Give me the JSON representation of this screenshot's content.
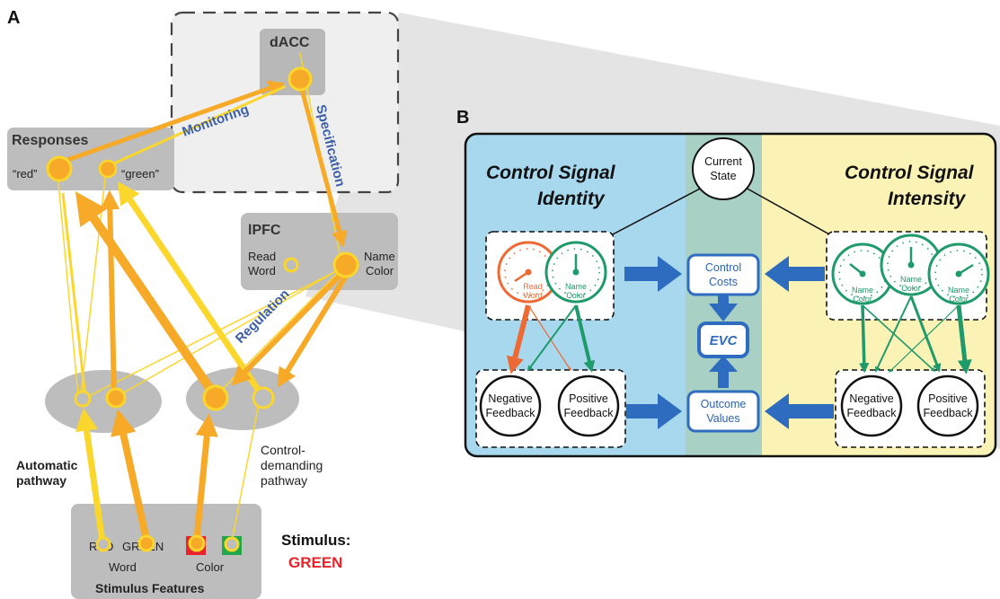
{
  "panel_a": {
    "label": "A",
    "dacc": "dACC",
    "responses": {
      "title": "Responses",
      "red": "“red”",
      "green": "“green”"
    },
    "lpfc": {
      "title": "lPFC",
      "read1": "Read",
      "read2": "Word",
      "name1": "Name",
      "name2": "Color"
    },
    "arrows": {
      "monitoring": "Monitoring",
      "specification": "Specification",
      "regulation": "Regulation"
    },
    "automatic1": "Automatic",
    "automatic2": "pathway",
    "control1": "Control-",
    "control2": "demanding",
    "control3": "pathway",
    "stimulus": {
      "word_red": "RED",
      "word_green": "GREEN",
      "word_label": "Word",
      "color_label": "Color",
      "title": "Stimulus Features",
      "red_swatch": "#e8232a",
      "green_swatch": "#22a84a"
    },
    "stimulus_label": "Stimulus:",
    "stimulus_value": "GREEN",
    "stimulus_value_color": "#e8232a"
  },
  "panel_b": {
    "label": "B",
    "identity1": "Control Signal",
    "identity2": "Identity",
    "intensity1": "Control Signal",
    "intensity2": "Intensity",
    "state1": "Current",
    "state2": "State",
    "costs1": "Control",
    "costs2": "Costs",
    "evc": "EVC",
    "outcome1": "Outcome",
    "outcome2": "Values",
    "dial_read1": "Read",
    "dial_read2": "Word",
    "dial_name1": "Name",
    "dial_name2": "Color",
    "neg1": "Negative",
    "neg2": "Feedback",
    "pos1": "Positive",
    "pos2": "Feedback",
    "colors": {
      "identity_bg": "#a8d8ee",
      "middle_bg": "#a9d0c4",
      "intensity_bg": "#fbf2b6",
      "arrow_blue": "#2e6cbf",
      "green": "#1f9a6a",
      "orange": "#ee6a35"
    }
  }
}
